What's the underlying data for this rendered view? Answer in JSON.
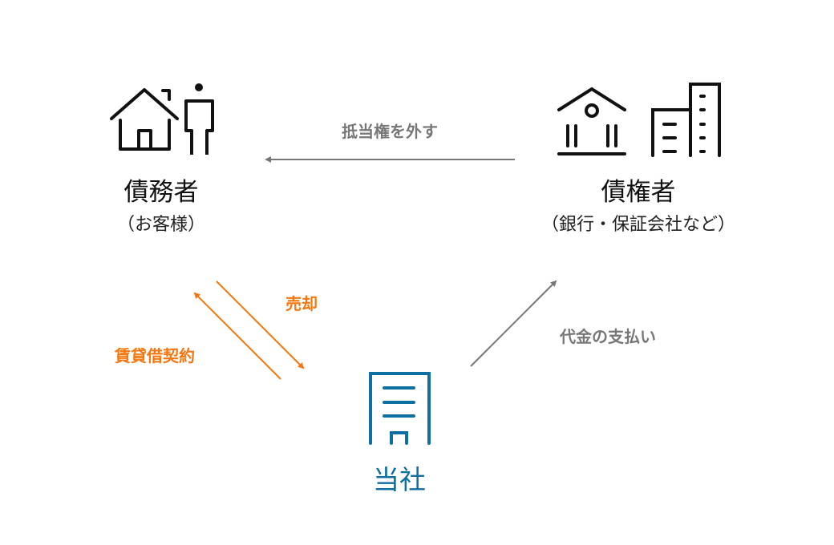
{
  "debtor": {
    "title": "債務者",
    "subtitle": "（お客様）"
  },
  "creditor": {
    "title": "債権者",
    "subtitle": "（銀行・保証会社など）"
  },
  "company": {
    "title": "当社"
  },
  "arrows": {
    "remove_mortgage": "抵当権を外す",
    "sale": "売却",
    "lease": "賃貸借契約",
    "payment": "代金の支払い"
  },
  "colors": {
    "orange": "#f5770f",
    "gray": "#777777",
    "blue": "#0f6fa0",
    "black": "#111111"
  }
}
